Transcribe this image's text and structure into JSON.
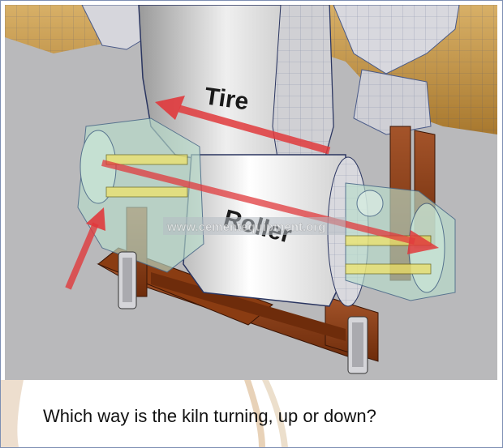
{
  "scene": {
    "tire_label": "Tire",
    "roller_label": "Roller",
    "watermark": "www.cementequipment.org"
  },
  "caption": {
    "question": "Which way is the kiln turning, up or down?"
  },
  "colors": {
    "arrow": "#e0393c",
    "frame_steel": "#8a3c12",
    "kiln_shell": "#c79a4e",
    "background": "#b9b9bb"
  }
}
